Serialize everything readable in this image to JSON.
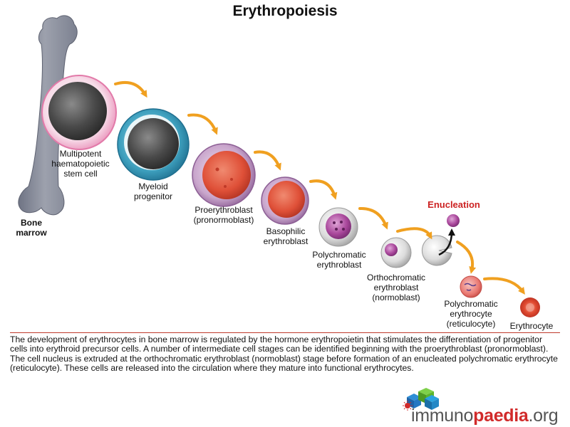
{
  "title": "Erythropoiesis",
  "stages": [
    {
      "label": "Multipotent\nhaematopoietic\nstem cell"
    },
    {
      "label": "Myeloid\nprogenitor"
    },
    {
      "label": "Proerythroblast\n(pronormoblast)"
    },
    {
      "label": "Basophilic\nerythroblast"
    },
    {
      "label": "Polychromatic\nerythroblast"
    },
    {
      "label": "Orthochromatic\nerythroblast\n(normoblast)"
    },
    {
      "label": "Polychromatic\nerythrocyte\n(reticulocyte)"
    },
    {
      "label": "Erythrocyte"
    }
  ],
  "bone_label": "Bone\nmarrow",
  "enucleation_label": "Enucleation",
  "caption": "The development of erythrocytes in bone marrow is regulated by the hormone erythropoietin that stimulates the differentiation of progenitor cells into erythroid precursor cells. A number of intermediate cell stages can be identified beginning with the proerythroblast (pronormoblast). The cell nucleus is extruded at the orthochromatic erythroblast (normoblast) stage before formation of an enucleated polychromatic erythrocyte (reticulocyte). These cells are released into the circulation where they mature into functional erythrocytes.",
  "logo": {
    "part1": "immuno",
    "part2": "paedia",
    "part3": ".org"
  },
  "colors": {
    "arrow": "#f0a020",
    "bone": "#8b909e",
    "accent_red": "#cc2222"
  }
}
